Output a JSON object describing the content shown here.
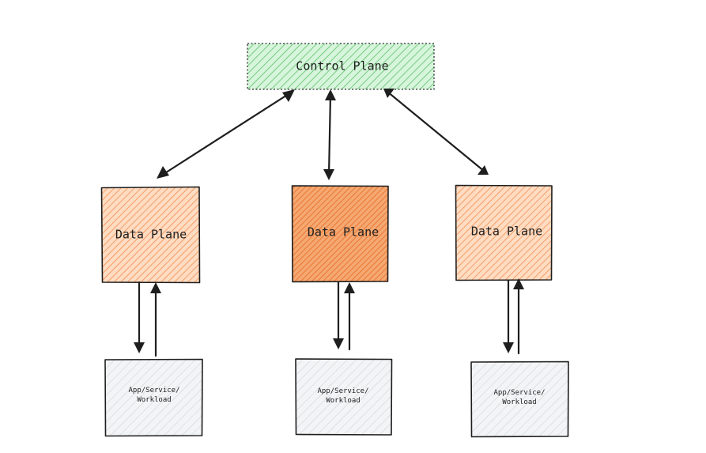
{
  "colors": {
    "control_plane_fill": "#b2f2bb",
    "control_plane_hatch": "#5cc26a",
    "data_plane_fill": "#ffc9a0",
    "data_plane_hatch": "#f08a4b",
    "data_plane_center_fill": "#f5a872",
    "data_plane_center_hatch": "#e8722a",
    "workload_fill": "#e9ecef",
    "workload_hatch": "#c3c9cf",
    "stroke": "#1e1e1e"
  },
  "control_plane": {
    "label": "Control Plane"
  },
  "data_planes": [
    {
      "label": "Data Plane",
      "workload": {
        "line1": "App/Service/",
        "line2": "Workload"
      }
    },
    {
      "label": "Data Plane",
      "workload": {
        "line1": "App/Service/",
        "line2": "Workload"
      }
    },
    {
      "label": "Data Plane",
      "workload": {
        "line1": "App/Service/",
        "line2": "Workload"
      }
    }
  ]
}
